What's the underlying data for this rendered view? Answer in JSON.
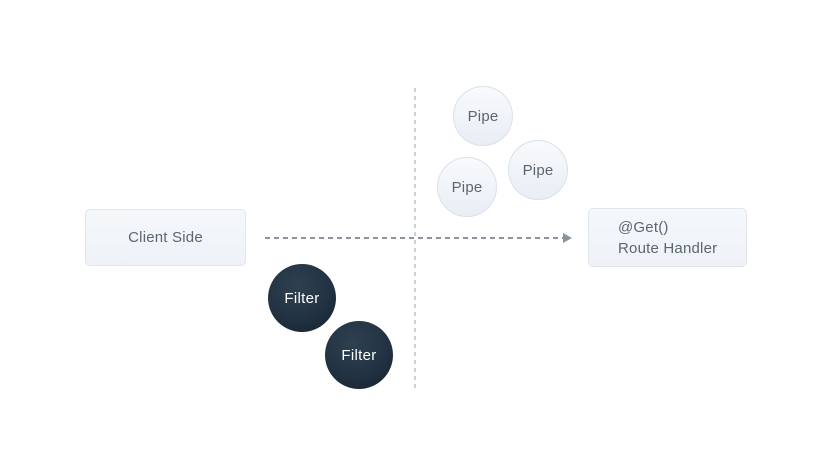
{
  "diagram": {
    "title_semantic": "request-pipeline-diagram",
    "client_box": {
      "label": "Client Side"
    },
    "route_box": {
      "line1": "@Get()",
      "line2": "Route Handler"
    },
    "pipes": [
      {
        "label": "Pipe"
      },
      {
        "label": "Pipe"
      },
      {
        "label": "Pipe"
      }
    ],
    "filters": [
      {
        "label": "Filter"
      },
      {
        "label": "Filter"
      }
    ],
    "colors": {
      "canvas_bg": "#ffffff",
      "box_bg_top": "#f5f8fb",
      "box_bg_bottom": "#eef2f7",
      "box_border": "#dfe6ed",
      "box_text": "#5b6671",
      "pipe_bg_top": "#f8fafc",
      "pipe_bg_bottom": "#e9eef5",
      "pipe_border": "#d9e1ea",
      "filter_bg_center": "#2e4151",
      "filter_bg_edge": "#15202b",
      "filter_text": "#ffffff",
      "arrow": "#8b949e",
      "divider": "#ccd2da"
    }
  }
}
